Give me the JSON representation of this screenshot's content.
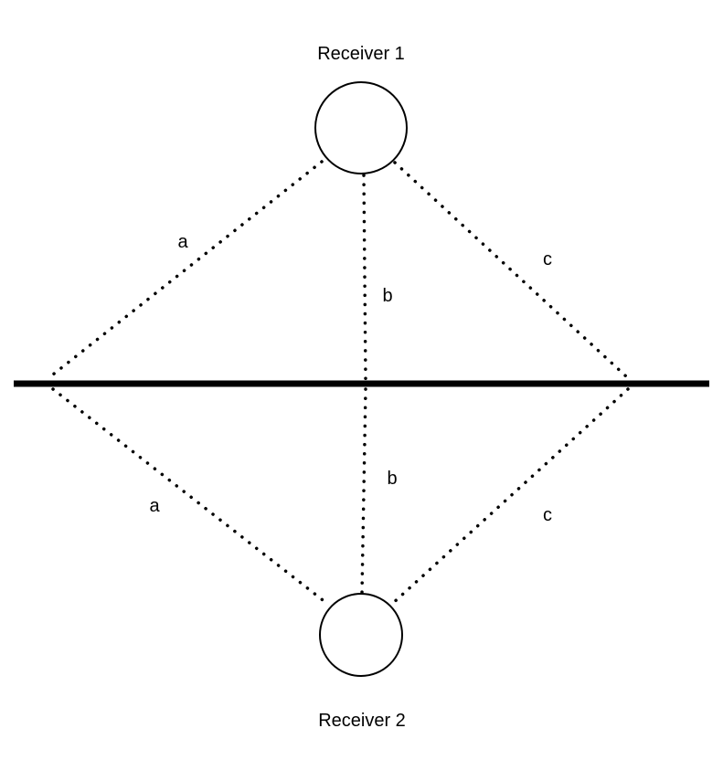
{
  "receivers": {
    "top_label": "Receiver 1",
    "bottom_label": "Receiver 2"
  },
  "path_labels": {
    "upper_a": "a",
    "upper_b": "b",
    "upper_c": "c",
    "lower_a": "a",
    "lower_b": "b",
    "lower_c": "c"
  },
  "colors": {
    "line": "#000000",
    "background": "#ffffff"
  }
}
